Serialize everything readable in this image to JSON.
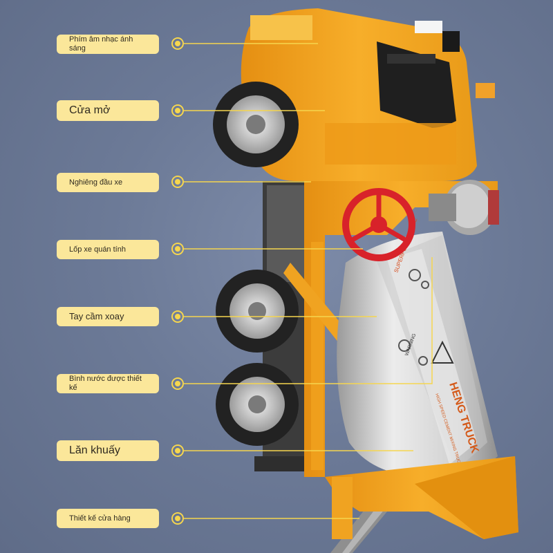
{
  "callouts": [
    {
      "text": "Phím âm nhạc ánh sáng",
      "size": "small"
    },
    {
      "text": "Cửa mở",
      "size": "big"
    },
    {
      "text": "Nghiêng đầu xe",
      "size": "small"
    },
    {
      "text": "Lốp xe quán tính",
      "size": "small"
    },
    {
      "text": "Tay cầm xoay",
      "size": "med"
    },
    {
      "text": "Bình nước được thiết kế",
      "size": "small"
    },
    {
      "text": "Lăn khuấy",
      "size": "big"
    },
    {
      "text": "Thiết kế cửa hàng",
      "size": "small"
    }
  ],
  "drum": {
    "brand": "HENG TRUCK",
    "sub": "HIGH SPEED CEMENT MIXING TRUCK",
    "band": "SUPERPOWER GAME",
    "warning": "WARNING"
  },
  "colors": {
    "background": "#6c7a97",
    "body_orange": "#f4a620",
    "label_bg": "#fbe79a",
    "accent_yellow": "#f6d64e",
    "drum_grey": "#d9d9d9",
    "wheel_red": "#d8222a"
  }
}
